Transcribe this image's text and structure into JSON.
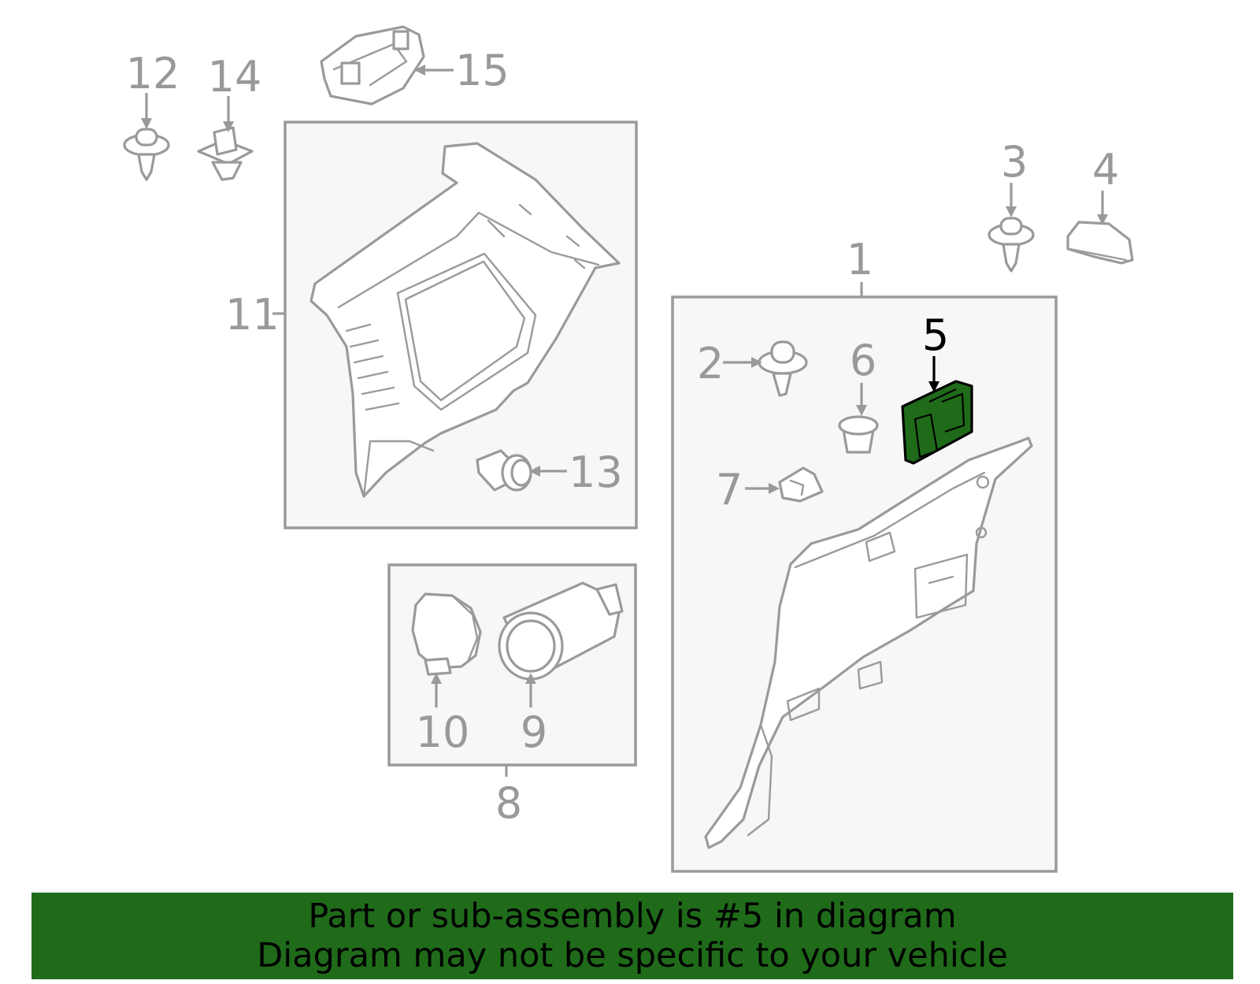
{
  "callouts": {
    "c1": "1",
    "c2": "2",
    "c3": "3",
    "c4": "4",
    "c5": "5",
    "c6": "6",
    "c7": "7",
    "c8": "8",
    "c9": "9",
    "c10": "10",
    "c11": "11",
    "c12": "12",
    "c13": "13",
    "c14": "14",
    "c15": "15"
  },
  "highlighted_part": "5",
  "colors": {
    "highlight": "#1f6b1a",
    "line": "#9a9a9a",
    "box_fill": "#f7f7f7"
  },
  "banner": {
    "line1": "Part or sub-assembly is #5 in diagram",
    "line2": "Diagram may not be specific to your vehicle"
  }
}
